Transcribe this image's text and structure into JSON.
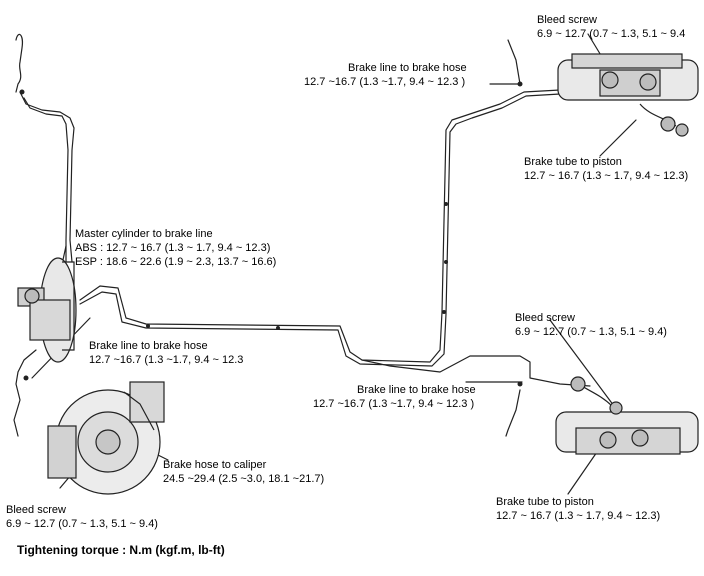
{
  "labels": {
    "bleed_top_right": {
      "title": "Bleed screw",
      "value": "6.9 ~ 12.7 (0.7 ~ 1.3, 5.1 ~ 9.4"
    },
    "line_hose_top": {
      "title": "Brake line  to brake hose",
      "value": "12.7 ~16.7 (1.3 ~1.7, 9.4 ~ 12.3 )"
    },
    "tube_piston_top": {
      "title": "Brake tube to piston",
      "value": "12.7 ~ 16.7 (1.3 ~ 1.7, 9.4 ~ 12.3)"
    },
    "master_cylinder": {
      "title": "Master cylinder to brake  line",
      "abs": "ABS : 12.7 ~ 16.7 (1.3 ~ 1.7, 9.4 ~ 12.3)",
      "esp": "ESP : 18.6 ~ 22.6 (1.9 ~ 2.3, 13.7 ~ 16.6)"
    },
    "line_hose_left": {
      "title": "Brake line  to brake hose",
      "value": "12.7 ~16.7 (1.3 ~1.7, 9.4 ~ 12.3"
    },
    "bleed_mid_right": {
      "title": "Bleed screw",
      "value": "6.9 ~ 12.7 (0.7 ~ 1.3, 5.1 ~ 9.4)"
    },
    "line_hose_mid": {
      "title": "Brake line  to brake hose",
      "value": "12.7 ~16.7 (1.3 ~1.7, 9.4 ~ 12.3 )"
    },
    "hose_caliper": {
      "title": "Brake hose to caliper",
      "value": "24.5 ~29.4 (2.5 ~3.0, 18.1 ~21.7)"
    },
    "bleed_bottom_left": {
      "title": "Bleed screw",
      "value": "6.9 ~ 12.7 (0.7 ~ 1.3, 5.1 ~ 9.4)"
    },
    "tube_piston_bottom": {
      "title": "Brake tube to piston",
      "value": "12.7 ~ 16.7 (1.3 ~ 1.7, 9.4 ~ 12.3)"
    }
  },
  "footer": "Tightening torque : N.m (kgf.m, lb-ft)"
}
